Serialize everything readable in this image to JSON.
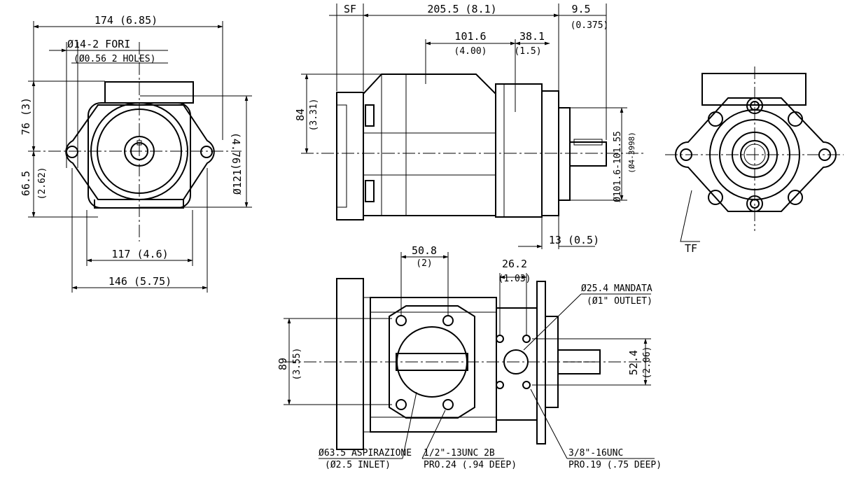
{
  "front_view": {
    "width_overall": "174 (6.85)",
    "holes_label": "Ø14-2 FORI",
    "holes_label_imperial": "(Ø0.56 2 HOLES)",
    "height_upper": "76 (3)",
    "height_lower_mm": "66.5",
    "height_lower_in": "(2.62)",
    "bolt_spacing": "117 (4.6)",
    "flange_width": "146 (5.75)",
    "body_diameter_in": "(4.76)",
    "body_diameter_mm": "Ø121"
  },
  "side_view": {
    "sf_label": "SF",
    "length_overall": "205.5 (8.1)",
    "shaft_offset_mm": "9.5",
    "shaft_offset_in": "(0.375)",
    "port_spacing_mm": "101.6",
    "port_spacing_in": "(4.00)",
    "outlet_offset_mm": "38.1",
    "outlet_offset_in": "(1.5)",
    "axis_height_mm": "84",
    "axis_height_in": "(3.31)",
    "pilot_diameter_mm": "Ø101.6-101.55",
    "pilot_diameter_in": "(Ø4-3998)",
    "pilot_length": "13 (0.5)"
  },
  "end_view": {
    "tf_label": "TF"
  },
  "bottom_view": {
    "inlet_spacing_mm": "50.8",
    "inlet_spacing_in": "(2)",
    "outlet_spacing_mm": "26.2",
    "outlet_spacing_in": "(1.03)",
    "outlet_label": "Ø25.4 MANDATA",
    "outlet_label_imperial": "(Ø1\" OUTLET)",
    "inlet_height_mm": "89",
    "inlet_height_in": "(3.55)",
    "outlet_height_mm": "52.4",
    "outlet_height_in": "(2.06)",
    "inlet_label": "Ø63.5 ASPIRAZIONE",
    "inlet_label_imperial": "(Ø2.5 INLET)",
    "inlet_thread": "1/2\"-13UNC 2B",
    "inlet_thread_depth": "PRO.24 (.94 DEEP)",
    "outlet_thread": "3/8\"-16UNC",
    "outlet_thread_depth": "PRO.19 (.75 DEEP)"
  }
}
